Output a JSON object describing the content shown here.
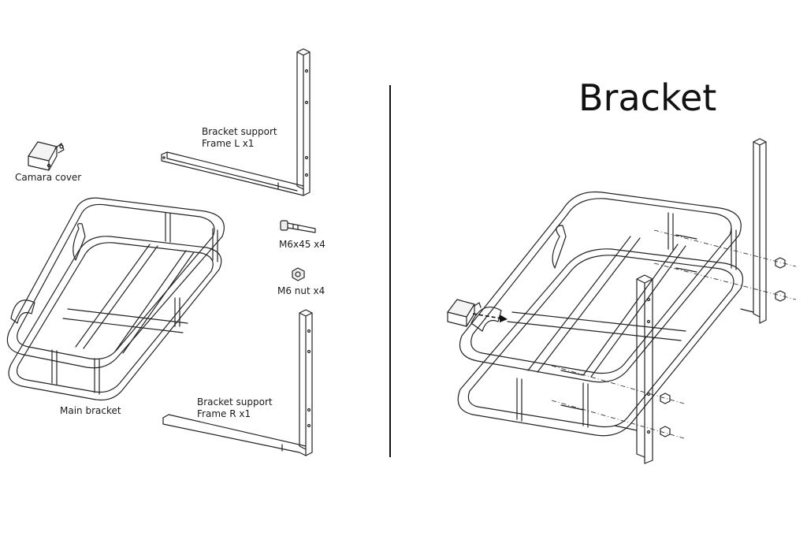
{
  "title": "Bracket",
  "labels": {
    "camera_cover": "Camara cover",
    "frame_l_line1": "Bracket support",
    "frame_l_line2": "Frame L x1",
    "bolt": "M6x45 x4",
    "nut": "M6 nut x4",
    "main_bracket": "Main bracket",
    "frame_r_line1": "Bracket support",
    "frame_r_line2": "Frame R x1"
  }
}
